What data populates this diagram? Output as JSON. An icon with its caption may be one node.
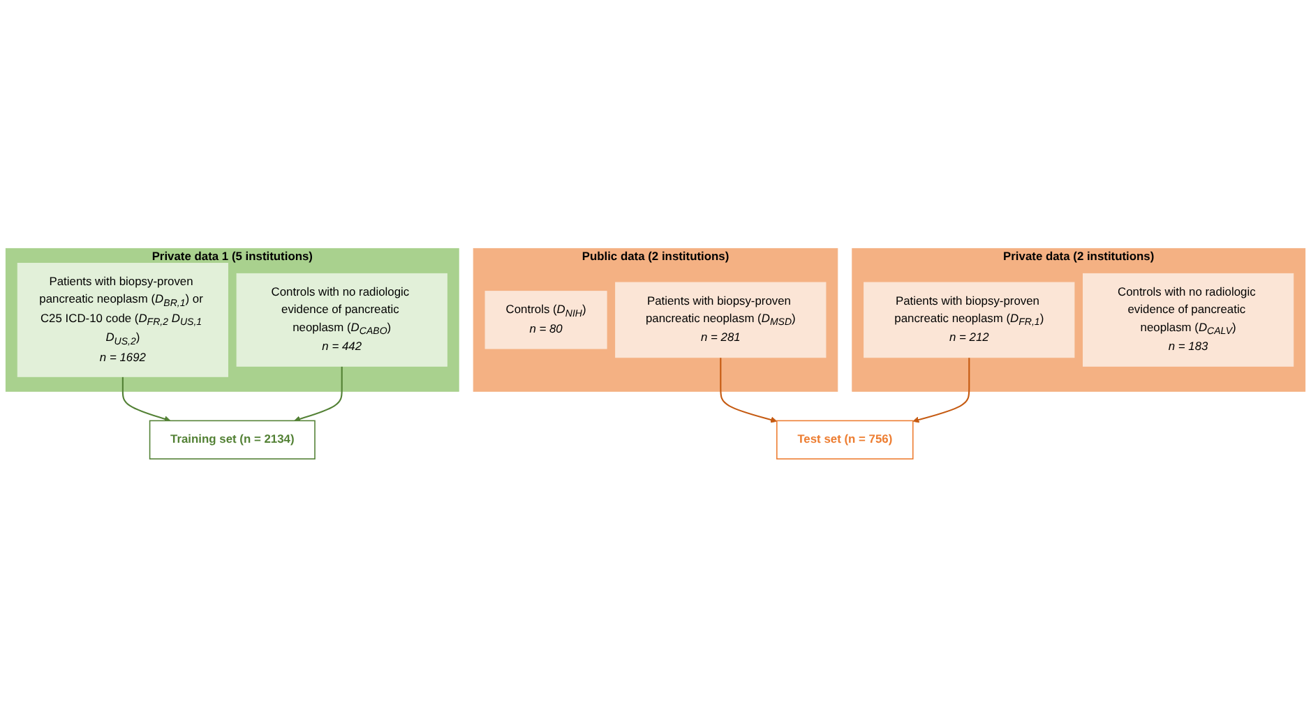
{
  "diagram": {
    "nodes": [
      {
        "text": [
          "Private data 1 (5 institutions)"
        ]
      },
      {
        "text": [
          "Patients with biopsy-proven pancreatic neoplasm (*D*$_{BR,1}$) or C25 ICD-10 code (*D*$_{FR,2}$ *D*$_{US,1}$ *D*$_{US,2}$)",
          "n = 1692"
        ],
        "in": 0
      },
      {
        "text": [
          "Controls with no radiologic evidence of pancreatic neoplasm (*D*$_{CABO}$)",
          "n = 442"
        ],
        "in": 0
      },
      {
        "text": [
          "Training set (n = 2134)"
        ]
      },
      {
        "text": [
          "Public data (2 institutions)"
        ]
      },
      {
        "text": [
          "Controls (*D*$_{NIH}$)",
          "n = 80"
        ],
        "in": 4
      },
      {
        "text": [
          "Patients with biopsy-proven pancreatic neoplasm (*D*$_{MSD}$)",
          "n = 281"
        ],
        "in": 4
      },
      {
        "text": [
          "Private data (2 institutions)"
        ]
      },
      {
        "text": [
          "Patients with biopsy-proven pancreatic neoplasm (*D*$_{FR,1}$)",
          "n = 212"
        ],
        "in": 7
      },
      {
        "text": [
          "Controls with no radiologic evidence of pancreatic neoplasm (*D*$_{CALV}$)",
          "n = 183"
        ],
        "in": 7
      },
      {
        "text": [
          "Test set (n = 756)"
        ]
      }
    ],
    "edges": [
      {
        "from": 1,
        "to": 3,
        "arrow": "to",
        "color": "#538135"
      },
      {
        "from": 2,
        "to": 3,
        "arrow": "to",
        "color": "#538135"
      },
      {
        "from": 6,
        "to": 10,
        "arrow": "to",
        "color": "#c55a11"
      },
      {
        "from": 8,
        "to": 10,
        "arrow": "to",
        "color": "#c55a11"
      }
    ]
  }
}
